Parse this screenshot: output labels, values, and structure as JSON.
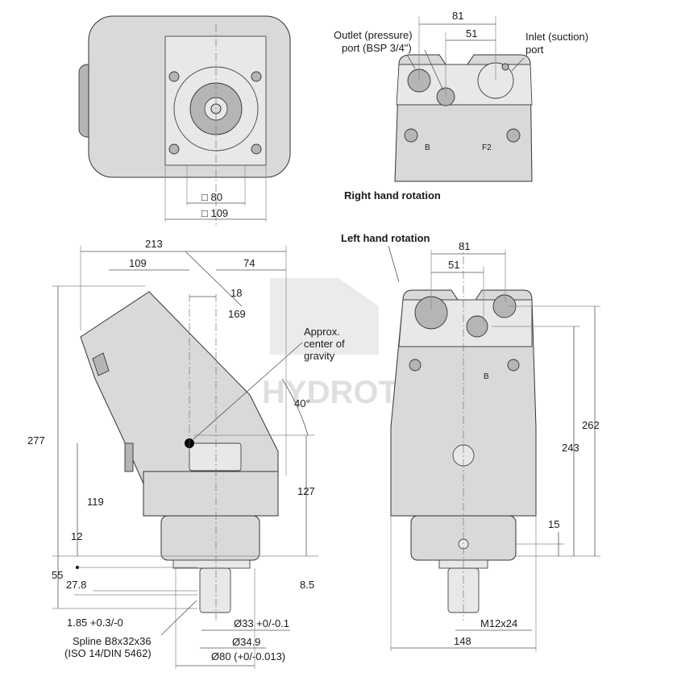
{
  "watermark": "HYDROTRUCK",
  "top_left_view": {
    "dim_inner": "□ 80",
    "dim_outer": "□ 109"
  },
  "top_right_view": {
    "dim_81": "81",
    "dim_51": "51",
    "outlet_line1": "Outlet (pressure)",
    "outlet_line2": "port (BSP 3/4\")",
    "inlet_line1": "Inlet (suction)",
    "inlet_line2": "port",
    "mark_b": "B",
    "mark_f2": "F2",
    "caption": "Right hand rotation"
  },
  "side_view": {
    "dim_213": "213",
    "dim_109": "109",
    "dim_74": "74",
    "dim_18": "18",
    "dim_169": "169",
    "cog_line1": "Approx.",
    "cog_line2": "center of",
    "cog_line3": "gravity",
    "angle": "40°",
    "dim_277": "277",
    "dim_119": "119",
    "dim_127": "127",
    "dim_12": "12",
    "dim_55": "55",
    "dim_27_8": "27.8",
    "dim_8_5": "8.5",
    "dim_1_85": "1.85 +0.3/-0",
    "dia_33": "Ø33 +0/-0.1",
    "dia_34_9": "Ø34.9",
    "dia_80": "Ø80 (+0/-0.013)",
    "spline_line1": "Spline B8x32x36",
    "spline_line2": "(ISO 14/DIN 5462)"
  },
  "front_view": {
    "caption": "Left hand rotation",
    "dim_81": "81",
    "dim_51": "51",
    "dim_262": "262",
    "dim_243": "243",
    "dim_15": "15",
    "thread": "M12x24",
    "dim_148": "148",
    "mark_b": "B"
  }
}
